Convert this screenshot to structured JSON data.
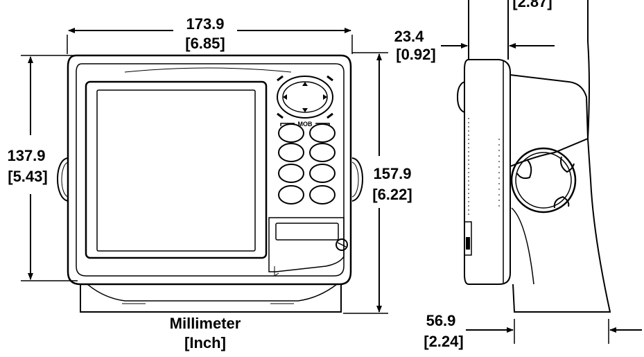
{
  "dimensions": {
    "width": {
      "mm": "173.9",
      "inch": "[6.85]"
    },
    "screen_height": {
      "mm": "137.9",
      "inch": "[5.43]"
    },
    "total_height": {
      "mm": "157.9",
      "inch": "[6.22]"
    },
    "side_depth": {
      "mm": "23.4",
      "inch": "[0.92]"
    },
    "base_depth": {
      "mm": "56.9",
      "inch": "[2.24]"
    },
    "top_partial": {
      "inch": "[2.87]"
    }
  },
  "units": {
    "primary": "Millimeter",
    "secondary": "[Inch]"
  },
  "device": {
    "mob_label": "MOB"
  }
}
